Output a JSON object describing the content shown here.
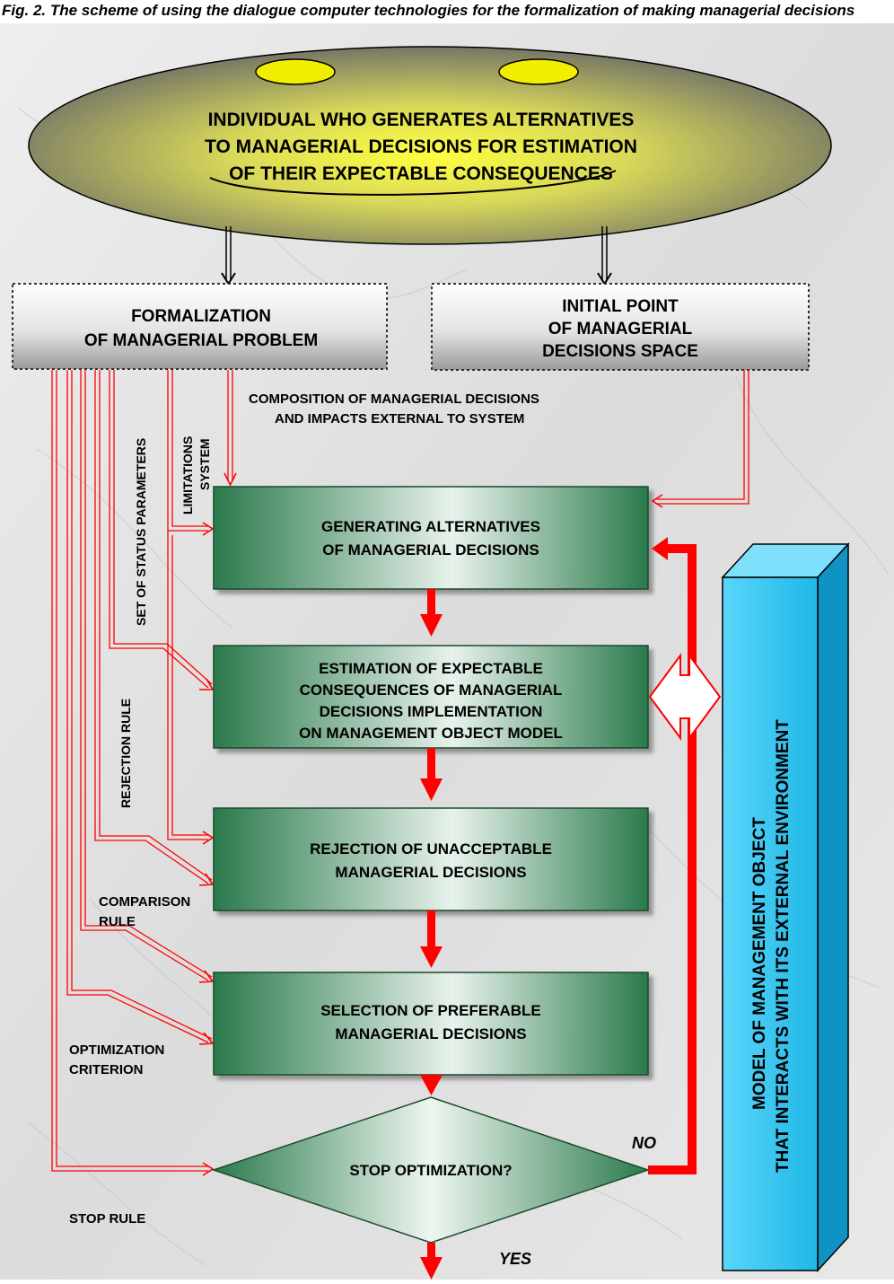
{
  "caption": {
    "text": "Fig. 2. The scheme of using the dialogue computer technologies for the formalization of making managerial decisions"
  },
  "ellipse": {
    "lines": [
      "INDIVIDUAL WHO GENERATES ALTERNATIVES",
      "TO MANAGERIAL DECISIONS FOR ESTIMATION",
      "OF THEIR EXPECTABLE CONSEQUENCES"
    ]
  },
  "boxes": {
    "formalization": [
      "FORMALIZATION",
      "OF MANAGERIAL PROBLEM"
    ],
    "initial_point": [
      "INITIAL POINT",
      "OF MANAGERIAL",
      "DECISIONS SPACE"
    ],
    "generating": [
      "GENERATING ALTERNATIVES",
      "OF MANAGERIAL DECISIONS"
    ],
    "estimation": [
      "ESTIMATION OF EXPECTABLE",
      "CONSEQUENCES OF MANAGERIAL",
      "DECISIONS IMPLEMENTATION",
      "ON MANAGEMENT OBJECT MODEL"
    ],
    "rejection": [
      "REJECTION OF UNACCEPTABLE",
      "MANAGERIAL DECISIONS"
    ],
    "selection": [
      "SELECTION OF PREFERABLE",
      "MANAGERIAL DECISIONS"
    ]
  },
  "decision": {
    "label": "STOP OPTIMIZATION?",
    "no": "NO",
    "yes": "YES"
  },
  "model": {
    "lines": [
      "MODEL OF MANAGEMENT OBJECT",
      "THAT INTERACTS WITH ITS EXTERNAL ENVIRONMENT"
    ]
  },
  "labels": {
    "composition": [
      "COMPOSITION OF MANAGERIAL DECISIONS",
      "AND IMPACTS EXTERNAL TO SYSTEM"
    ],
    "limitations": [
      "LIMITATIONS",
      "SYSTEM"
    ],
    "status_params": "SET OF STATUS PARAMETERS",
    "rejection_rule": "REJECTION RULE",
    "comparison_rule": [
      "COMPARISON",
      "RULE"
    ],
    "optimization_criterion": [
      "OPTIMIZATION",
      "CRITERION"
    ],
    "stop_rule": "STOP RULE"
  },
  "colors": {
    "flow_arrow": "#ff0000",
    "box_green": "#2e7d4f",
    "model_blue": "#29c6f0",
    "ellipse_gray": "#8a8a7a",
    "ellipse_yellow": "#ffff33"
  }
}
